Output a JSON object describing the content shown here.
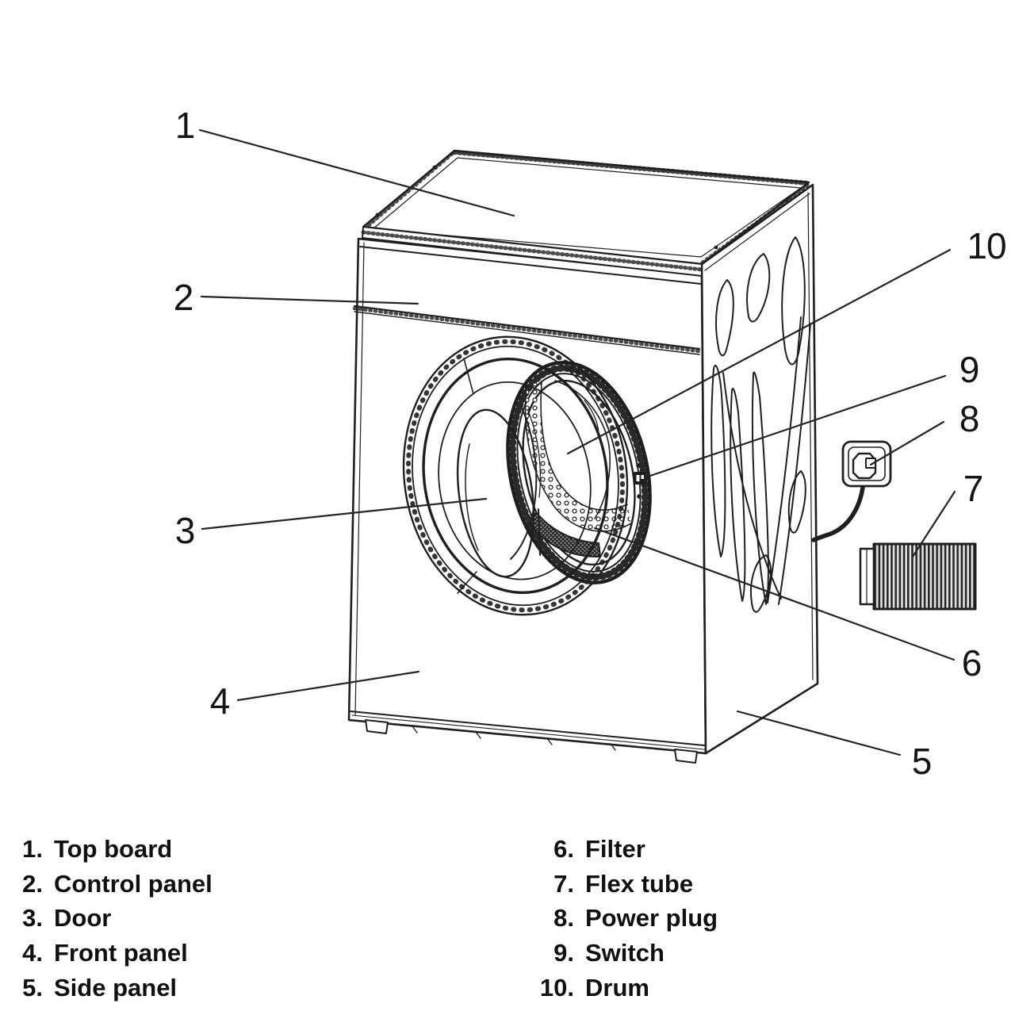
{
  "callout_numbers": [
    "1",
    "2",
    "3",
    "4",
    "5",
    "6",
    "7",
    "8",
    "9",
    "10"
  ],
  "legend": {
    "left": [
      {
        "num": "1.",
        "label": "Top board"
      },
      {
        "num": "2.",
        "label": "Control panel"
      },
      {
        "num": "3.",
        "label": "Door"
      },
      {
        "num": "4.",
        "label": "Front panel"
      },
      {
        "num": "5.",
        "label": "Side panel"
      }
    ],
    "right": [
      {
        "num": "6.",
        "label": "Filter"
      },
      {
        "num": "7.",
        "label": "Flex tube"
      },
      {
        "num": "8.",
        "label": "Power plug"
      },
      {
        "num": "9.",
        "label": "Switch"
      },
      {
        "num": "10.",
        "label": "Drum"
      }
    ]
  },
  "colors": {
    "ink": "#1f1f1f",
    "paper": "#ffffff",
    "filter_fill": "#8a8a8a",
    "tube_rib_dark": "#262626",
    "tube_rib_light": "#e3e3e3"
  }
}
